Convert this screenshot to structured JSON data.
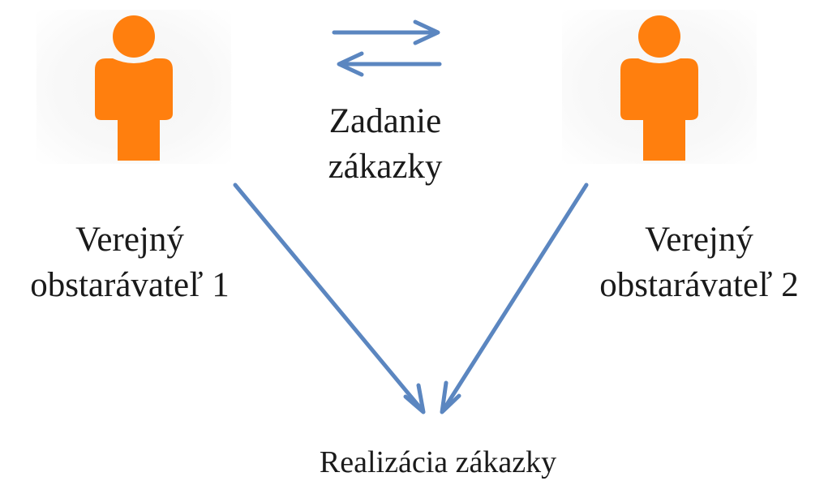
{
  "nodes": {
    "authority1": {
      "icon": "person-icon",
      "line1": "Verejný",
      "line2": "obstarávateľ 1"
    },
    "authority2": {
      "icon": "person-icon",
      "line1": "Verejný",
      "line2": "obstarávateľ 2"
    },
    "exchange": {
      "line1": "Zadanie",
      "line2": "zákazky"
    },
    "result": {
      "label": "Realizácia zákazky"
    }
  },
  "colors": {
    "person": "#ff7f0e",
    "arrow": "#5b86c0",
    "text": "#1a1a1a"
  }
}
